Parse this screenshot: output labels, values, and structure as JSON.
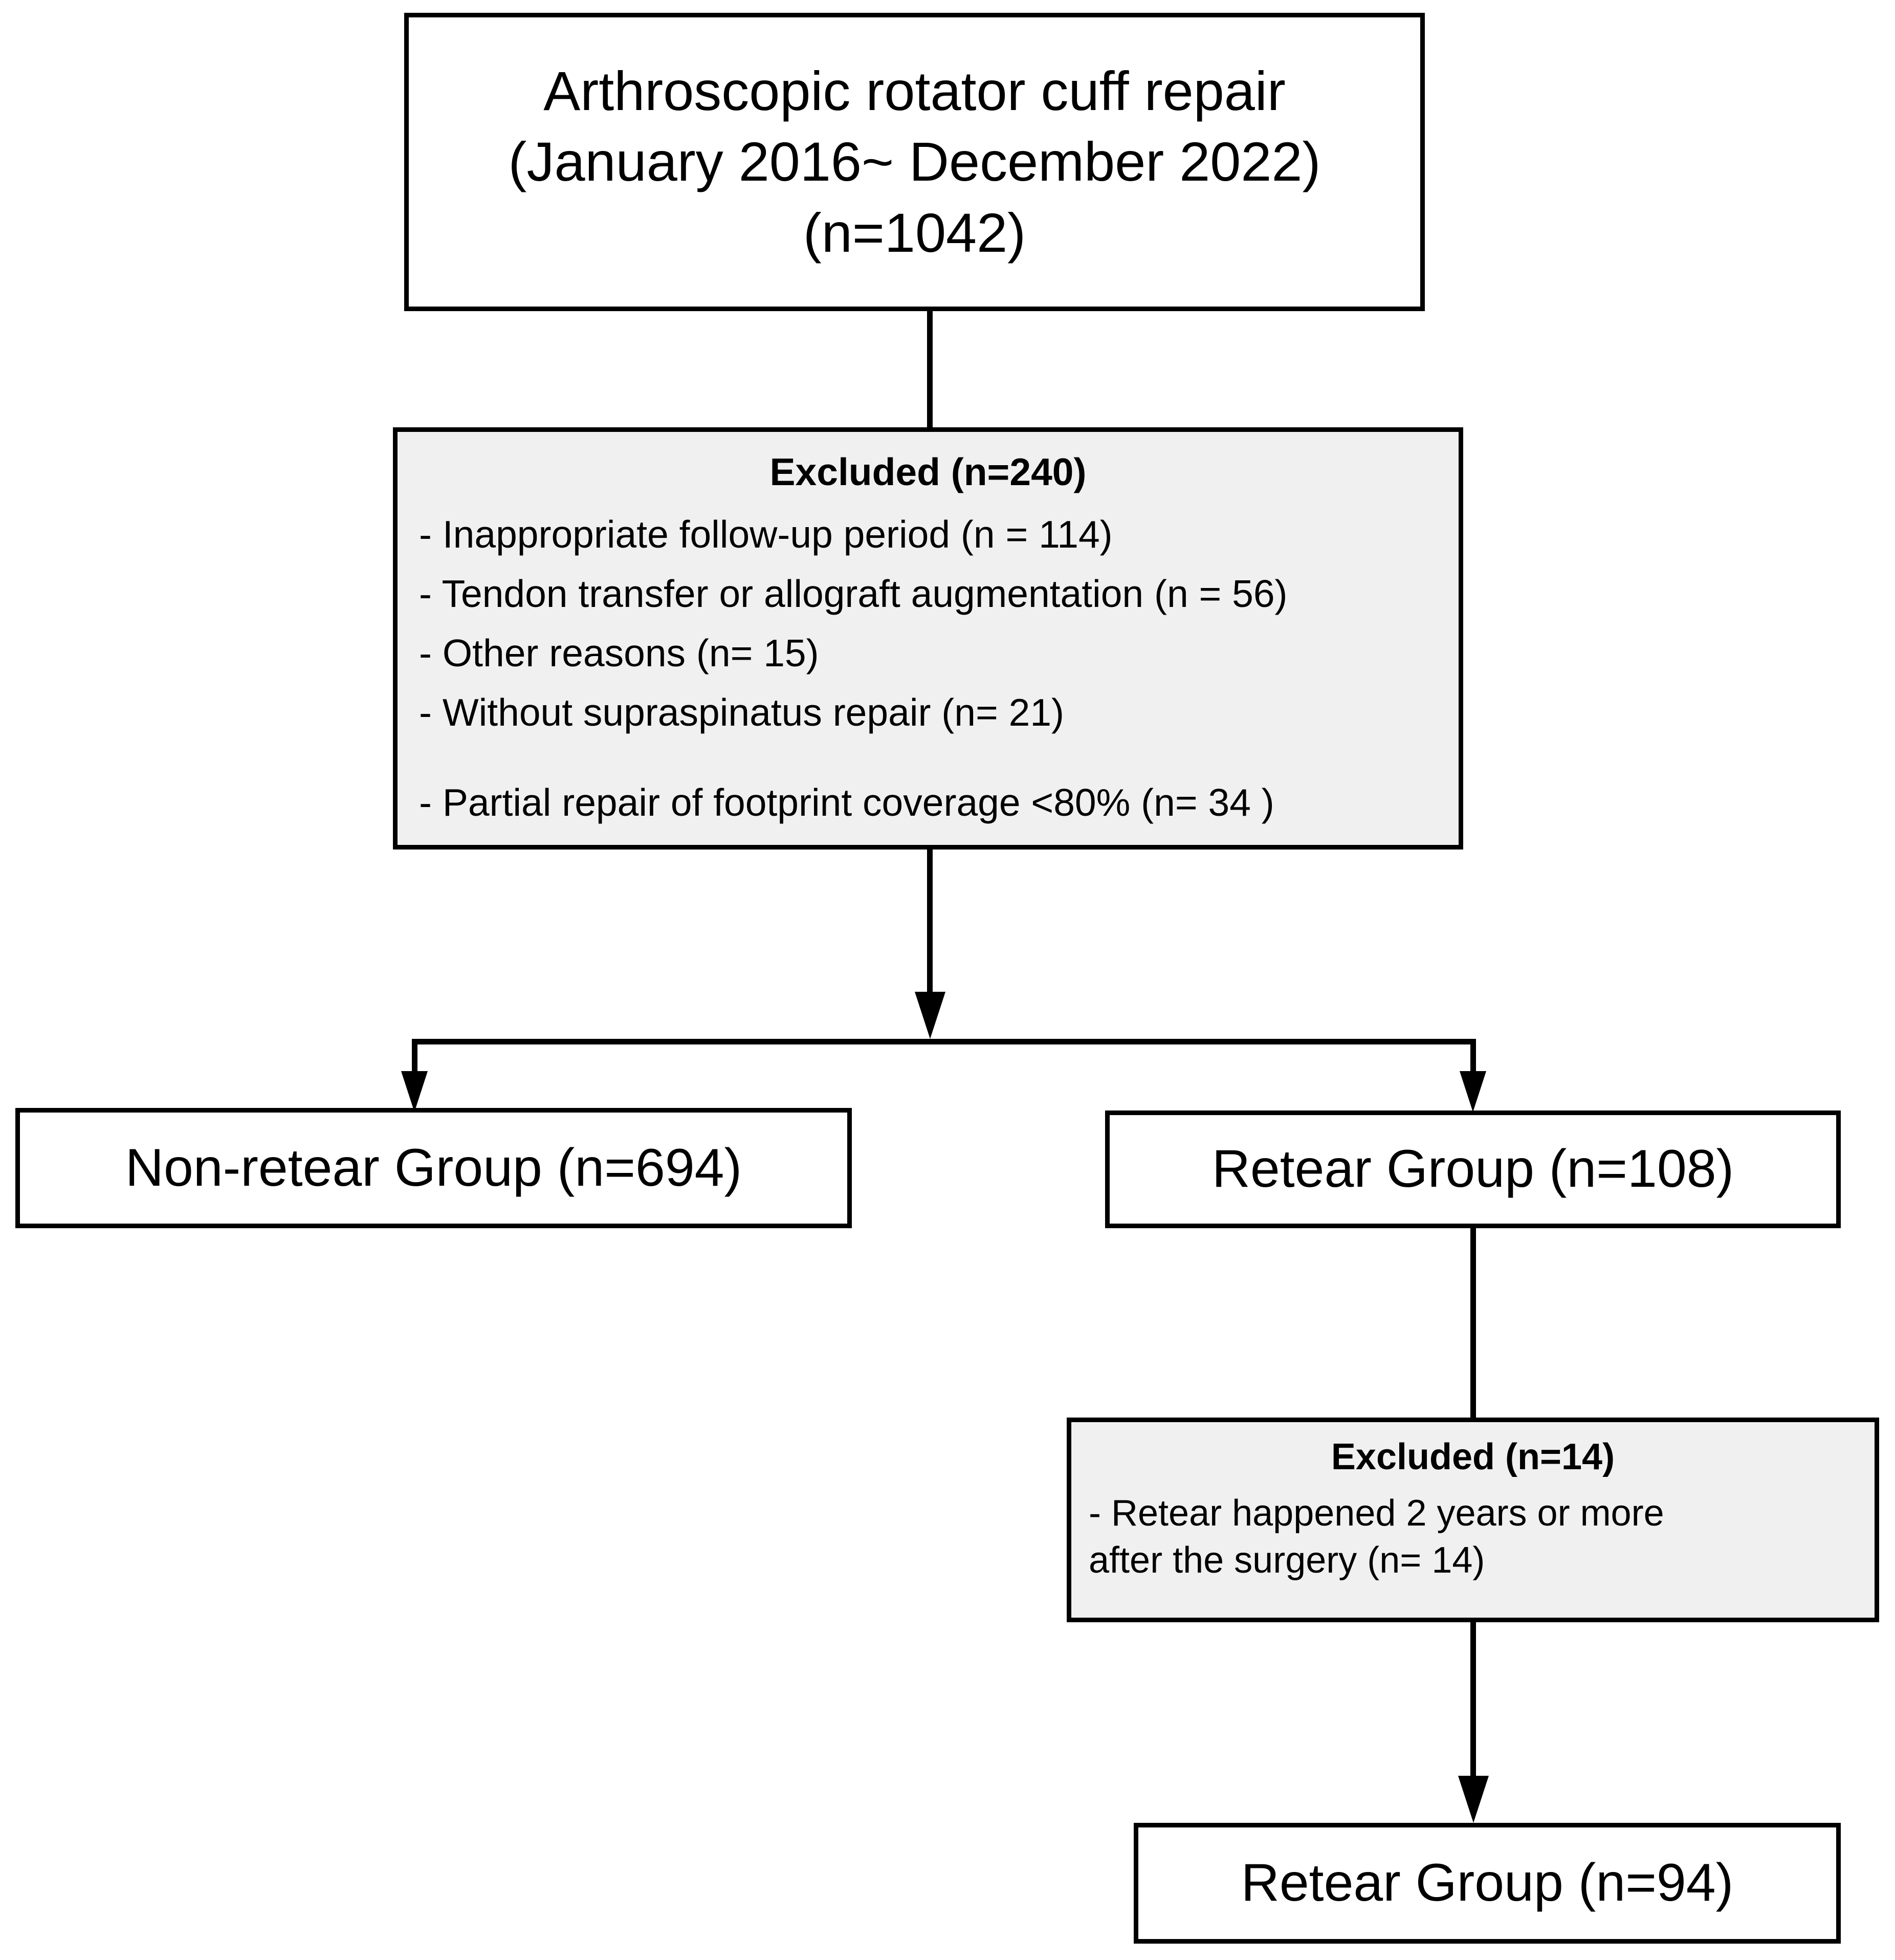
{
  "diagram": {
    "title": "Study enrollment flow diagram",
    "type": "flowchart",
    "background_color": "#ffffff",
    "line_color": "#000000",
    "shaded_box_color": "#f0f0f0"
  },
  "nodes": {
    "enrollment": {
      "line1": "Arthroscopic rotator cuff repair",
      "line2": "(January 2016~ December 2022)",
      "line3": "(n=1042)"
    },
    "excluded_1": {
      "heading": "Excluded (n=240)",
      "reasons": [
        "- Inappropriate follow-up period (n = 114)",
        "- Tendon transfer or allograft augmentation (n = 56)",
        "- Other reasons (n= 15)",
        "- Without supraspinatus repair  (n= 21)",
        "- Partial repair of footprint coverage <80% (n= 34 )"
      ]
    },
    "non_retear": {
      "label": "Non-retear Group (n=694)"
    },
    "retear": {
      "label": "Retear Group (n=108)"
    },
    "excluded_2": {
      "heading": "Excluded (n=14)",
      "reason_line1": "- Retear happened 2 years or more",
      "reason_line2": "after the surgery (n= 14)"
    },
    "retear_final": {
      "label": "Retear Group (n=94)"
    }
  }
}
